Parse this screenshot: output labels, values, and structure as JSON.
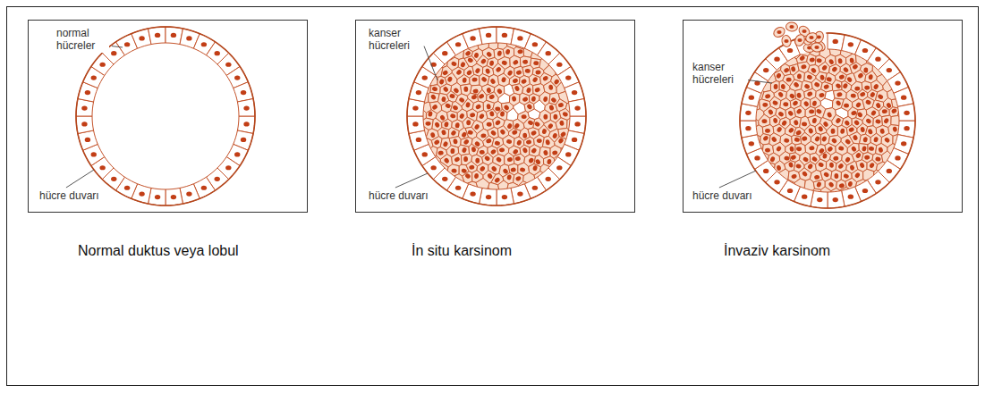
{
  "diagram": {
    "nodes": [
      {
        "text": [
          "normal hücreler",
          "hücre duvarı",
          "Normal duktus veya lobul"
        ]
      },
      {
        "text": [
          "kanser hücreleri",
          "hücre duvarı",
          "İn situ karsinom"
        ]
      },
      {
        "text": [
          "kanser hücreleri",
          "hücre duvarı",
          "İnvaziv karsinom"
        ]
      }
    ]
  }
}
